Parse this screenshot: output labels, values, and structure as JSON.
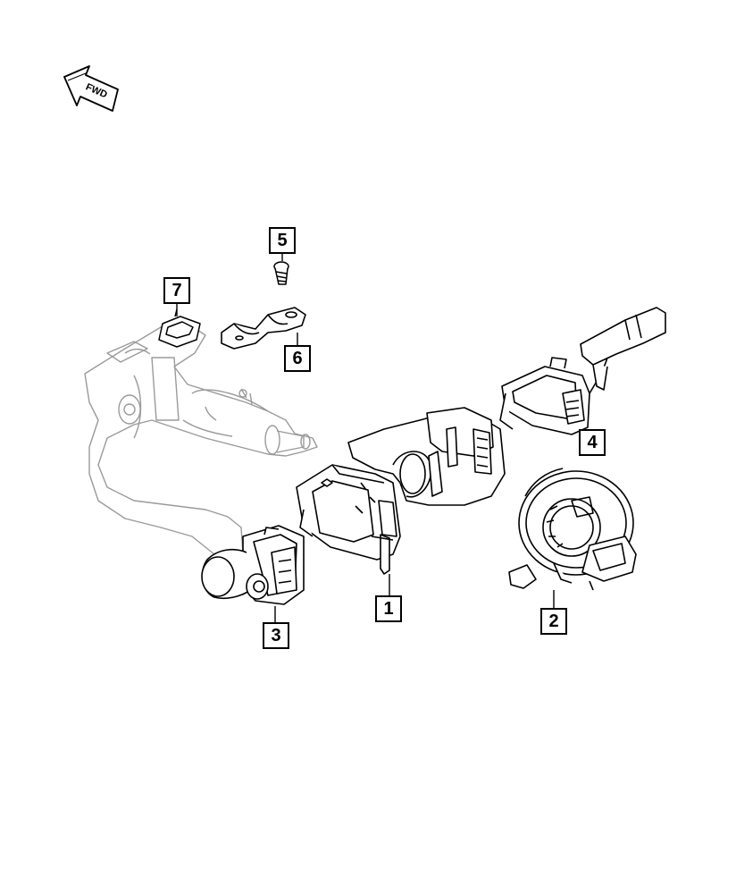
{
  "fwd_indicator": {
    "label": "FWD",
    "icon": "forward-arrow-icon"
  },
  "callouts": [
    {
      "label": "1",
      "part": "multifunction-switch-housing"
    },
    {
      "label": "2",
      "part": "clockspring"
    },
    {
      "label": "3",
      "part": "headlamp-switch"
    },
    {
      "label": "4",
      "part": "wiper-switch"
    },
    {
      "label": "5",
      "part": "screw"
    },
    {
      "label": "6",
      "part": "bracket"
    },
    {
      "label": "7",
      "part": "column-mount"
    }
  ],
  "colors": {
    "line": "#000000",
    "background": "#ffffff",
    "ghost": "#9a9a9a"
  }
}
